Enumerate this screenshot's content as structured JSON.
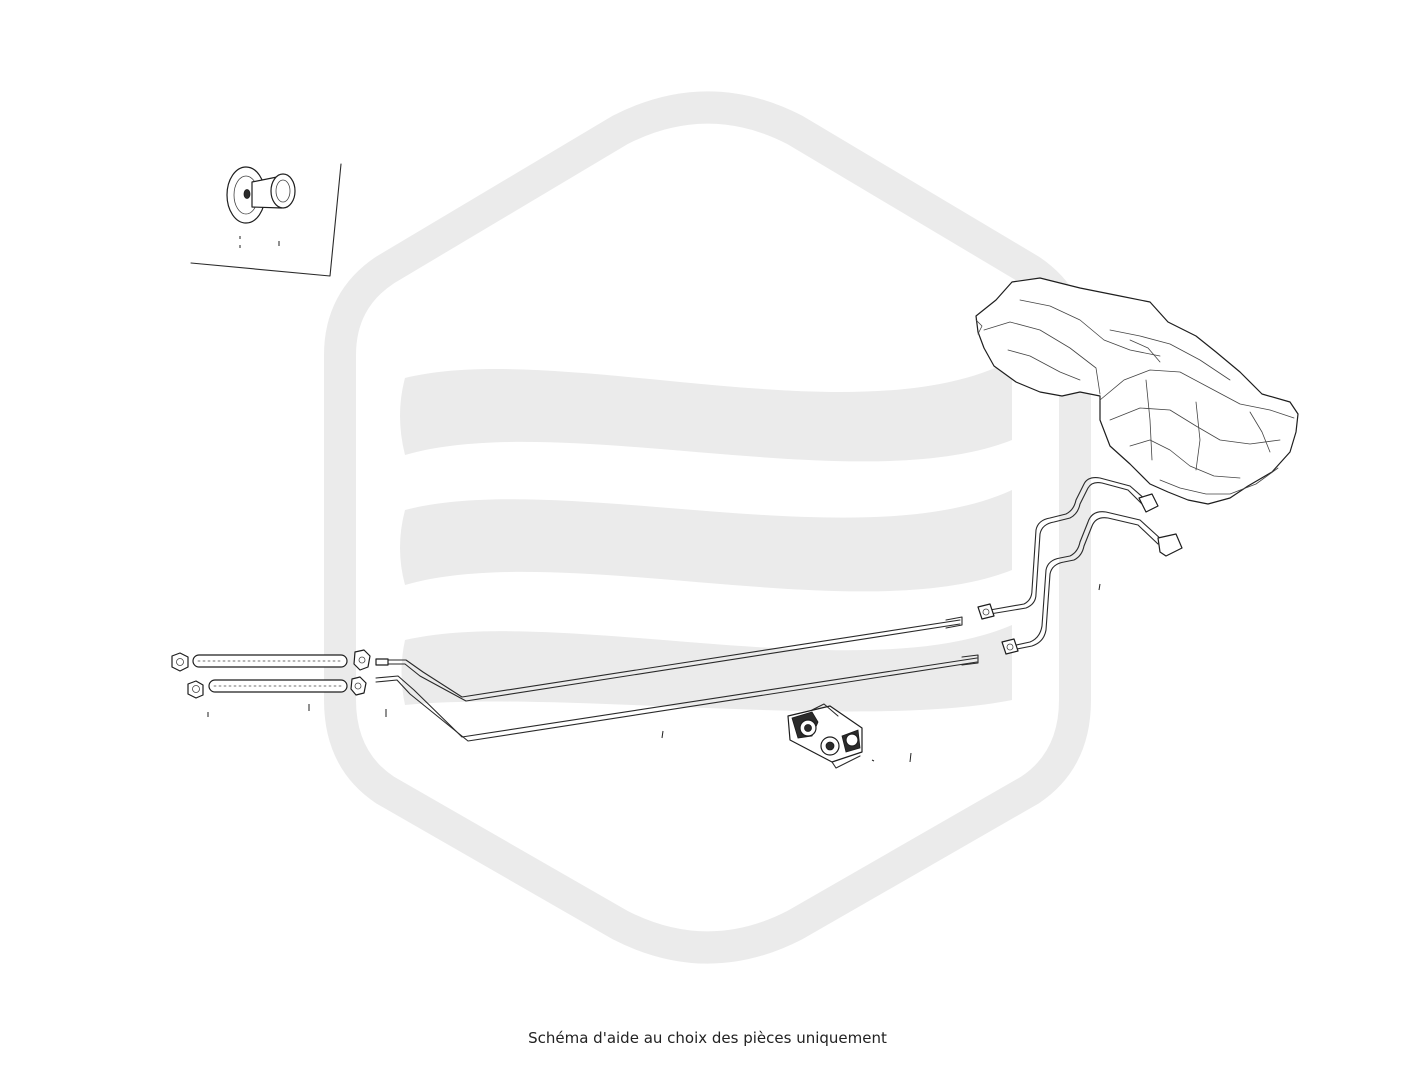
{
  "caption": "Schéma d'aide au choix des pièces uniquement",
  "colors": {
    "watermark": "#ebebeb",
    "line": "#2a2a2a",
    "background": "#ffffff"
  },
  "parts": [
    {
      "id": "grommet-detail",
      "icon": "grommet-icon"
    },
    {
      "id": "hose-upper",
      "icon": "hose-icon"
    },
    {
      "id": "hose-lower",
      "icon": "hose-icon"
    },
    {
      "id": "pipe-upper",
      "icon": "fuel-pipe-icon"
    },
    {
      "id": "pipe-lower",
      "icon": "fuel-pipe-icon"
    },
    {
      "id": "pipe-clip",
      "icon": "clip-icon"
    },
    {
      "id": "fuel-tank",
      "icon": "fuel-tank-icon"
    }
  ]
}
